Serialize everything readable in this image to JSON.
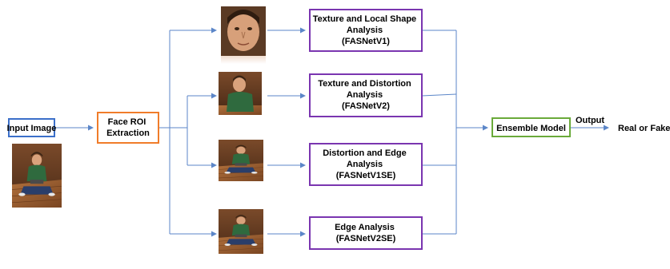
{
  "nodes": {
    "input": {
      "label": "Input Image",
      "color": "#3b6fc9"
    },
    "roi": {
      "label_lines": [
        "Face ROI",
        "Extraction"
      ],
      "color": "#f07c2a"
    },
    "branches": [
      {
        "label_lines": [
          "Texture and Local Shape",
          "Analysis",
          "(FASNetV1)"
        ],
        "color": "#7a35b0"
      },
      {
        "label_lines": [
          "Texture and Distortion",
          "Analysis",
          "(FASNetV2)"
        ],
        "color": "#7a35b0"
      },
      {
        "label_lines": [
          "Distortion and Edge",
          "Analysis",
          "(FASNetV1SE)"
        ],
        "color": "#7a35b0"
      },
      {
        "label_lines": [
          "Edge Analysis",
          "(FASNetV2SE)"
        ],
        "color": "#7a35b0"
      }
    ],
    "ensemble": {
      "label": "Ensemble Model",
      "color": "#6aaa3a"
    }
  },
  "output_label": "Output",
  "result_label": "Real or Fake?",
  "arrow_color": "#5b86c8",
  "images": [
    {
      "name": "input-photo",
      "crop": "full-body"
    },
    {
      "name": "face-crop-1",
      "crop": "close-face"
    },
    {
      "name": "face-crop-2",
      "crop": "upper-body"
    },
    {
      "name": "face-crop-3",
      "crop": "full-body"
    },
    {
      "name": "face-crop-4",
      "crop": "full-body-wide"
    }
  ]
}
